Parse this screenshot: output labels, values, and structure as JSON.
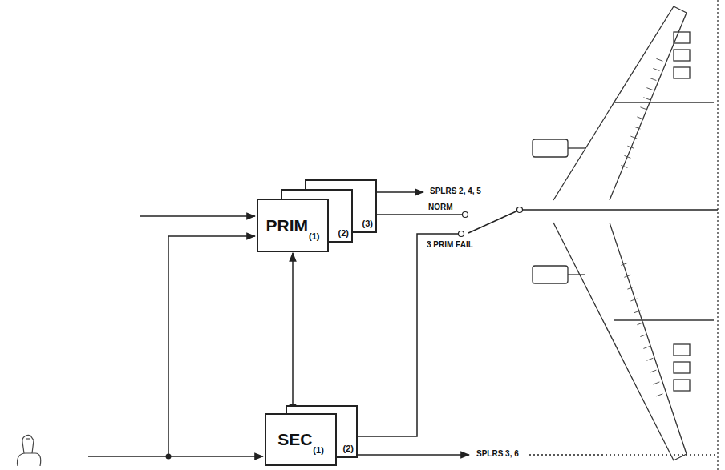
{
  "diagram": {
    "nodes": [
      {
        "text": [
          "(3)"
        ]
      },
      {
        "text": [
          "(2)"
        ]
      },
      {
        "text": [
          "PRIM",
          "(1)"
        ]
      },
      {
        "text": [
          "(2)"
        ]
      },
      {
        "text": [
          "SEC",
          "(1)"
        ]
      }
    ],
    "edges": [
      {
        "from": 2,
        "to": 4,
        "arrow": "both"
      }
    ],
    "labels": [
      "SPLRS 2, 4, 5",
      "NORM",
      "3 PRIM FAIL",
      "SPLRS 3, 6"
    ]
  }
}
